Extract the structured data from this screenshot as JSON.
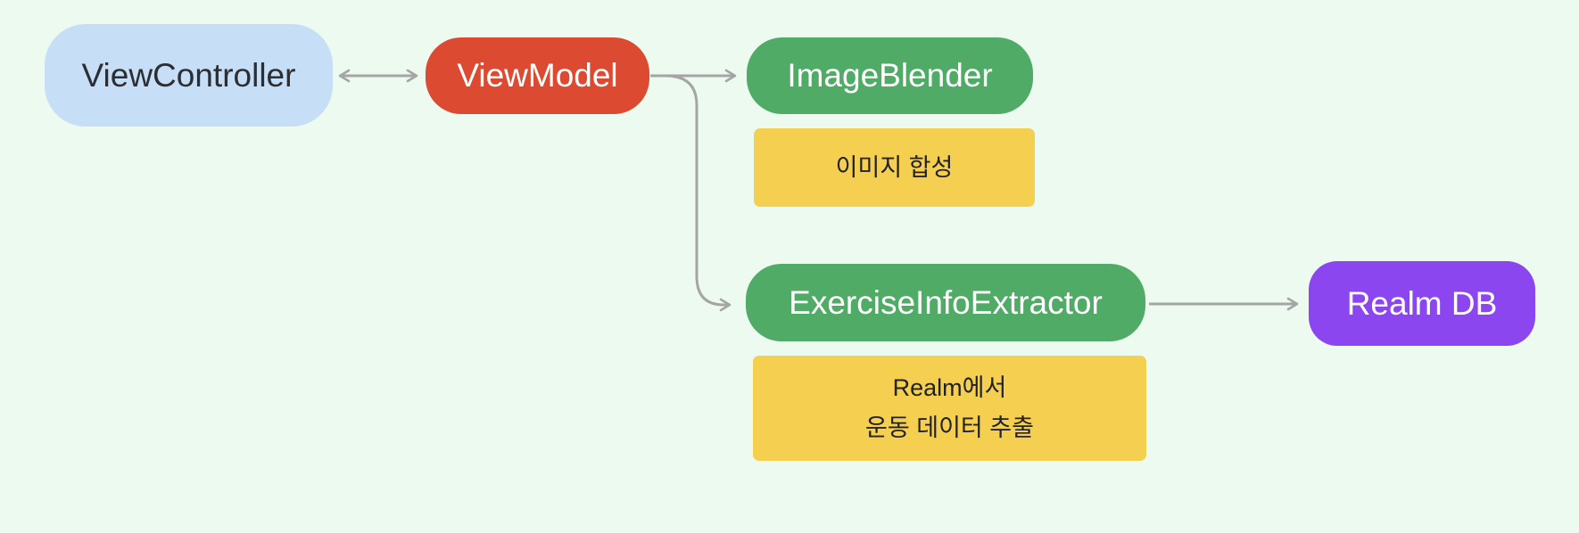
{
  "diagram": {
    "background_color": "#ecfaf0",
    "arrow_color": "#a5a5a5",
    "nodes": [
      {
        "id": "view-controller",
        "label": "ViewController",
        "fill": "#c7def7",
        "text_color": "#2b2e33"
      },
      {
        "id": "view-model",
        "label": "ViewModel",
        "fill": "#dc4a31",
        "text_color": "#ffffff"
      },
      {
        "id": "image-blender",
        "label": "ImageBlender",
        "fill": "#4fab66",
        "text_color": "#ffffff"
      },
      {
        "id": "exercise-info-extractor",
        "label": "ExerciseInfoExtractor",
        "fill": "#4fab66",
        "text_color": "#ffffff"
      },
      {
        "id": "realm-db",
        "label": "Realm DB",
        "fill": "#8b46f0",
        "text_color": "#ffffff"
      }
    ],
    "notes": [
      {
        "id": "image-blender-note",
        "fill": "#f5cf50",
        "text_color": "#222222",
        "lines": [
          "이미지 합성"
        ]
      },
      {
        "id": "exercise-extractor-note",
        "fill": "#f5cf50",
        "text_color": "#222222",
        "lines": [
          "Realm에서",
          "운동 데이터 추출"
        ]
      }
    ],
    "edges": [
      {
        "from": "view-controller",
        "to": "view-model",
        "direction": "bidirectional"
      },
      {
        "from": "view-model",
        "to": "image-blender",
        "direction": "forward"
      },
      {
        "from": "view-model",
        "to": "exercise-info-extractor",
        "direction": "forward"
      },
      {
        "from": "exercise-info-extractor",
        "to": "realm-db",
        "direction": "forward"
      }
    ]
  }
}
